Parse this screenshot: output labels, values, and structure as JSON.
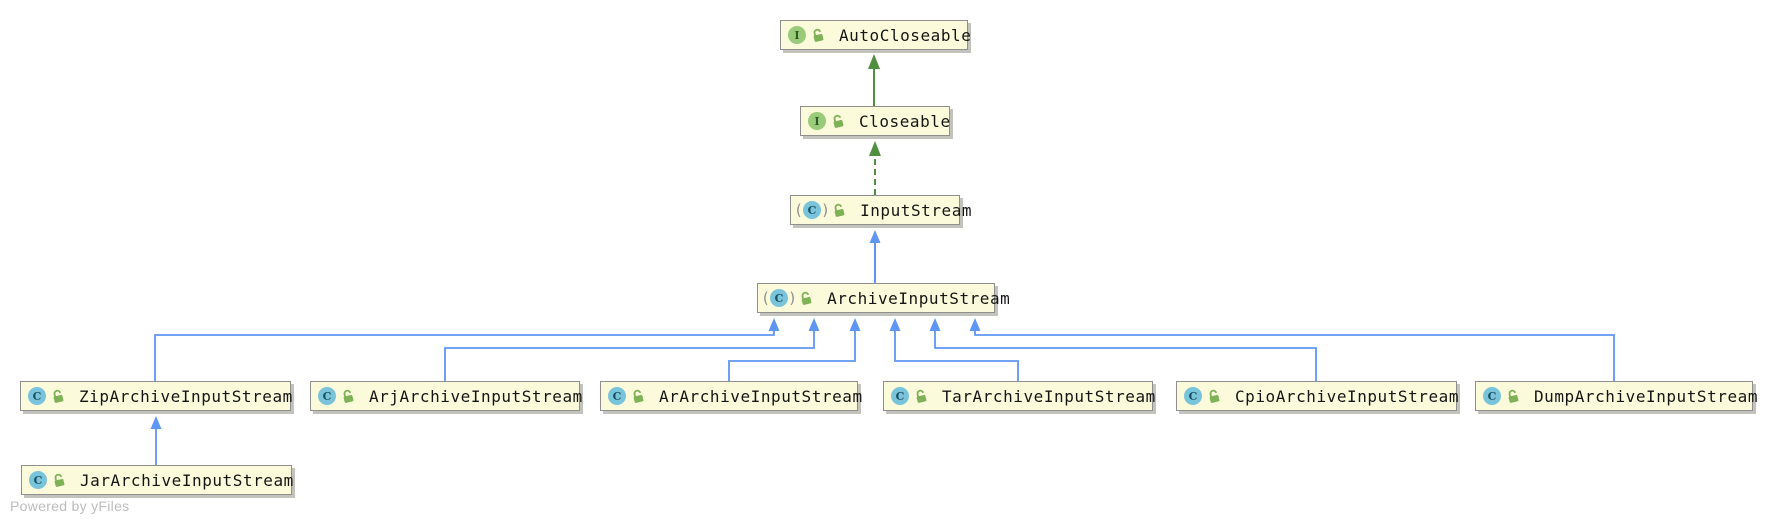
{
  "diagram": {
    "watermark": "Powered by yFiles",
    "icon_legend": {
      "interface_letter": "I",
      "class_letter": "C",
      "abstract_paren_open": "(",
      "abstract_paren_close": ")"
    },
    "colors": {
      "node_fill": "#FBFBDC",
      "node_border": "#8F8F8F",
      "extends_edge_blue": "#5E96F3",
      "interface_edge_green": "#4F8F3F",
      "interface_icon_bg": "#9ACB7B",
      "class_icon_bg": "#7AC4DB",
      "lock_icon_green": "#7FB257",
      "watermark_gray": "#BCBCBC"
    },
    "nodes": {
      "autocloseable": {
        "label": "AutoCloseable",
        "type": "interface"
      },
      "closeable": {
        "label": "Closeable",
        "type": "interface"
      },
      "inputstream": {
        "label": "InputStream",
        "type": "abstract class"
      },
      "archiveinputstream": {
        "label": "ArchiveInputStream",
        "type": "abstract class"
      },
      "ziparchiveinputstream": {
        "label": "ZipArchiveInputStream",
        "type": "class"
      },
      "arjarchiveinputstream": {
        "label": "ArjArchiveInputStream",
        "type": "class"
      },
      "ararchiveinputstream": {
        "label": "ArArchiveInputStream",
        "type": "class"
      },
      "tararchiveinputstream": {
        "label": "TarArchiveInputStream",
        "type": "class"
      },
      "cpioarchiveinputstream": {
        "label": "CpioArchiveInputStream",
        "type": "class"
      },
      "dumparchiveinputstream": {
        "label": "DumpArchiveInputStream",
        "type": "class"
      },
      "jararchiveinputstream": {
        "label": "JarArchiveInputStream",
        "type": "class"
      }
    },
    "edges": [
      {
        "from": "Closeable",
        "to": "AutoCloseable",
        "relation": "extends",
        "style": "solid-green"
      },
      {
        "from": "InputStream",
        "to": "Closeable",
        "relation": "implements",
        "style": "dashed-green"
      },
      {
        "from": "ArchiveInputStream",
        "to": "InputStream",
        "relation": "extends",
        "style": "solid-blue"
      },
      {
        "from": "ZipArchiveInputStream",
        "to": "ArchiveInputStream",
        "relation": "extends",
        "style": "solid-blue"
      },
      {
        "from": "ArjArchiveInputStream",
        "to": "ArchiveInputStream",
        "relation": "extends",
        "style": "solid-blue"
      },
      {
        "from": "ArArchiveInputStream",
        "to": "ArchiveInputStream",
        "relation": "extends",
        "style": "solid-blue"
      },
      {
        "from": "TarArchiveInputStream",
        "to": "ArchiveInputStream",
        "relation": "extends",
        "style": "solid-blue"
      },
      {
        "from": "CpioArchiveInputStream",
        "to": "ArchiveInputStream",
        "relation": "extends",
        "style": "solid-blue"
      },
      {
        "from": "DumpArchiveInputStream",
        "to": "ArchiveInputStream",
        "relation": "extends",
        "style": "solid-blue"
      },
      {
        "from": "JarArchiveInputStream",
        "to": "ZipArchiveInputStream",
        "relation": "extends",
        "style": "solid-blue"
      }
    ]
  }
}
